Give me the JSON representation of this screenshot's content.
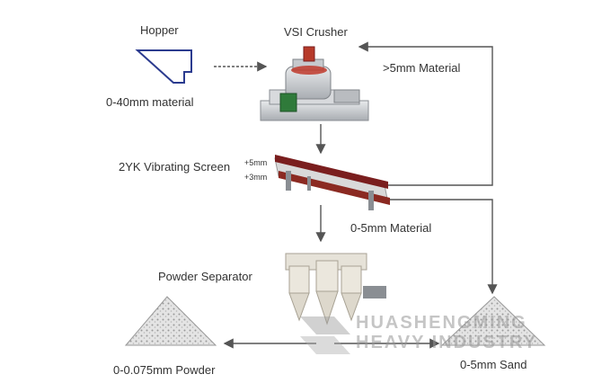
{
  "labels": {
    "hopper": "Hopper",
    "vsi_crusher": "VSI Crusher",
    "feed_material": "0-40mm material",
    "oversize_material": ">5mm Material",
    "vibrating_screen": "2YK Vibrating Screen",
    "screen_plus5": "+5mm",
    "screen_plus3": "+3mm",
    "fine_material": "0-5mm Material",
    "powder_separator": "Powder Separator",
    "powder_output": "0-0.075mm Powder",
    "sand_output": "0-5mm Sand"
  },
  "watermark": {
    "line1": "HUASHENGMING",
    "line2": "HEAVY INDUSTRY"
  },
  "colors": {
    "arrow": "#555555",
    "screen_frame": "#7a1e1e",
    "machine_gray": "#c9ccd0",
    "motor_green": "#2f7a3a",
    "pile": "#cfcfcf"
  }
}
